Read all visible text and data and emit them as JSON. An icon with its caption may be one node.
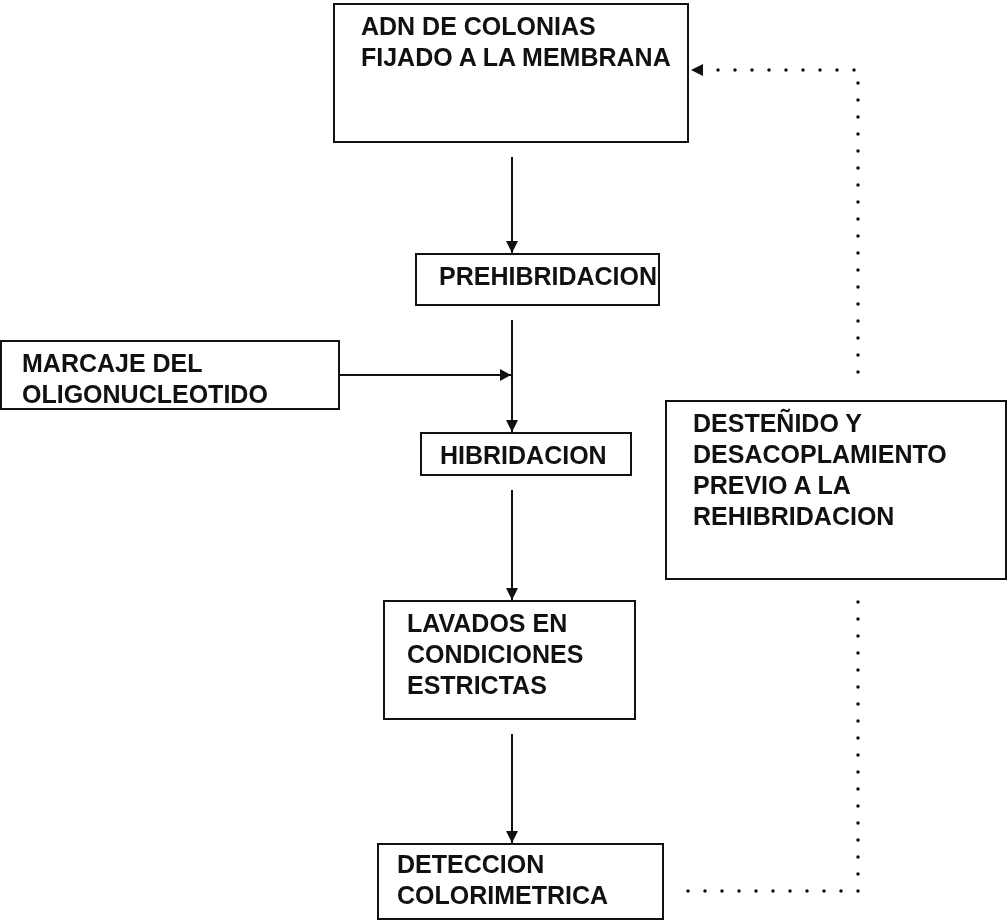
{
  "diagram": {
    "nodes": [
      {
        "text": [
          "ADN DE COLONIAS FIJADO A LA MEMBRANA"
        ]
      },
      {
        "text": [
          "PREHIBRIDACION"
        ]
      },
      {
        "text": [
          "MARCAJE DEL OLIGONUCLEOTIDO"
        ]
      },
      {
        "text": [
          "HIBRIDACION"
        ]
      },
      {
        "text": [
          "DESTEÑIDO Y DESACOPLAMIENTO PREVIO A LA REHIBRIDACION"
        ]
      },
      {
        "text": [
          "LAVADOS EN CONDICIONES ESTRICTAS"
        ]
      },
      {
        "text": [
          "DETECCION COLORIMETRICA"
        ]
      }
    ],
    "edges": [
      {
        "from": 0,
        "to": 1,
        "arrow": "to"
      },
      {
        "from": 1,
        "to": 3,
        "arrow": "to"
      },
      {
        "from": 2,
        "to": 3,
        "arrow": "to"
      },
      {
        "from": 3,
        "to": 5,
        "arrow": "to"
      },
      {
        "from": 5,
        "to": 6,
        "arrow": "to"
      },
      {
        "from": 6,
        "to": 4,
        "arrow": "none",
        "style": "dashed"
      },
      {
        "from": 4,
        "to": 0,
        "arrow": "to",
        "style": "dashed"
      }
    ]
  }
}
